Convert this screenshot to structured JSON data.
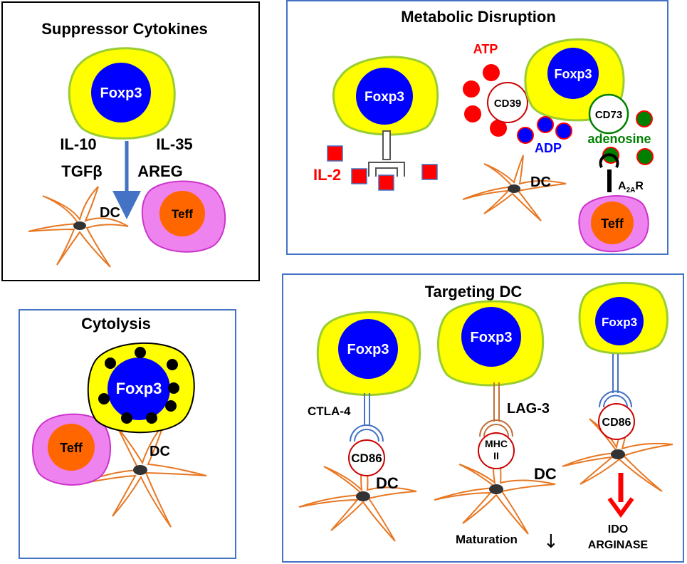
{
  "panels": {
    "suppressor": {
      "title": "Suppressor Cytokines",
      "treg": "Foxp3",
      "cytokines_left": [
        "IL-10",
        "TGFβ"
      ],
      "cytokines_right": [
        "IL-35",
        "AREG"
      ],
      "dc": "DC",
      "teff": "Teff"
    },
    "metabolic": {
      "title": "Metabolic Disruption",
      "treg_left": "Foxp3",
      "il2": "IL-2",
      "atp": "ATP",
      "cd39": "CD39",
      "treg_right": "Foxp3",
      "cd73": "CD73",
      "adp": "ADP",
      "adenosine": "adenosine",
      "dc": "DC",
      "receptor_main": "A",
      "receptor_sub": "2A",
      "receptor_end": "R",
      "teff": "Teff"
    },
    "cytolysis": {
      "title": "Cytolysis",
      "treg": "Foxp3",
      "teff": "Teff",
      "dc": "DC"
    },
    "targeting": {
      "title": "Targeting DC",
      "treg_1": "Foxp3",
      "ctla4": "CTLA-4",
      "cd86_1": "CD86",
      "dc_1": "DC",
      "treg_2": "Foxp3",
      "lag3": "LAG-3",
      "mhc_line1": "MHC",
      "mhc_line2": "II",
      "dc_2": "DC",
      "maturation": "Maturation",
      "down_arrow": "↓",
      "treg_3": "Foxp3",
      "cd86_3": "CD86",
      "ido": "IDO",
      "arginase": "ARGINASE"
    }
  },
  "colors": {
    "treg_outer": "#ffff00",
    "treg_outline": "#9acd32",
    "treg_nucleus": "#0000ff",
    "teff_outer": "#ee82ee",
    "teff_outline": "#cc33cc",
    "teff_nucleus": "#ff6600",
    "dc_outline": "#e87722",
    "red": "#ff0000",
    "green": "#008000",
    "blue": "#0000ff",
    "arrow_blue": "#4472c4",
    "panel_border_blue": "#4472c4",
    "panel_border_black": "#000000"
  }
}
